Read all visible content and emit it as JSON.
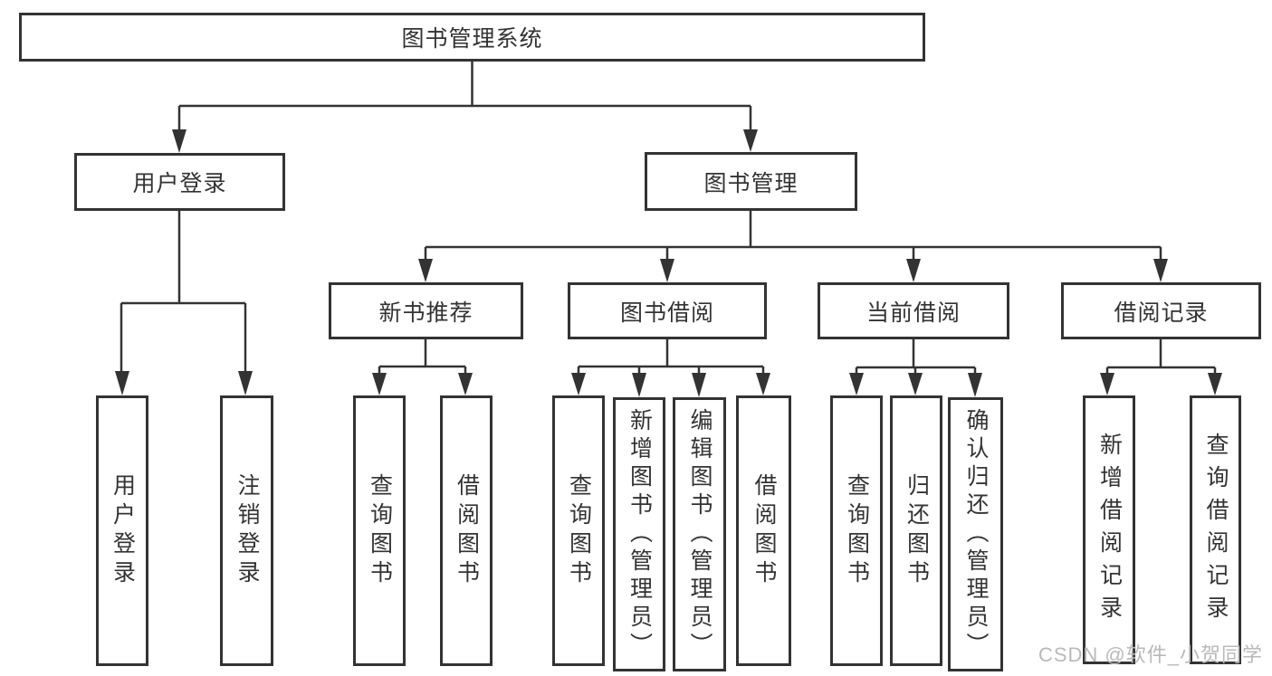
{
  "tree": {
    "label": "图书管理系统",
    "children": [
      {
        "label": "用户登录",
        "children": [
          {
            "label": "用户登录"
          },
          {
            "label": "注销登录"
          }
        ]
      },
      {
        "label": "图书管理",
        "children": [
          {
            "label": "新书推荐",
            "children": [
              {
                "label": "查询图书"
              },
              {
                "label": "借阅图书"
              }
            ]
          },
          {
            "label": "图书借阅",
            "children": [
              {
                "label": "查询图书"
              },
              {
                "label": "新增图书（管理员）"
              },
              {
                "label": "编辑图书（管理员）"
              },
              {
                "label": "借阅图书"
              }
            ]
          },
          {
            "label": "当前借阅",
            "children": [
              {
                "label": "查询图书"
              },
              {
                "label": "归还图书"
              },
              {
                "label": "确认归还（管理员）"
              }
            ]
          },
          {
            "label": "借阅记录",
            "children": [
              {
                "label": "新增借阅记录"
              },
              {
                "label": "查询借阅记录"
              }
            ]
          }
        ]
      }
    ]
  },
  "watermark": {
    "text": "CSDN @软件_小贺同学"
  },
  "colors": {
    "line": "#333333",
    "box_border": "#333333",
    "text": "#333333",
    "background": "#ffffff",
    "watermark": "#b9b9b9"
  }
}
